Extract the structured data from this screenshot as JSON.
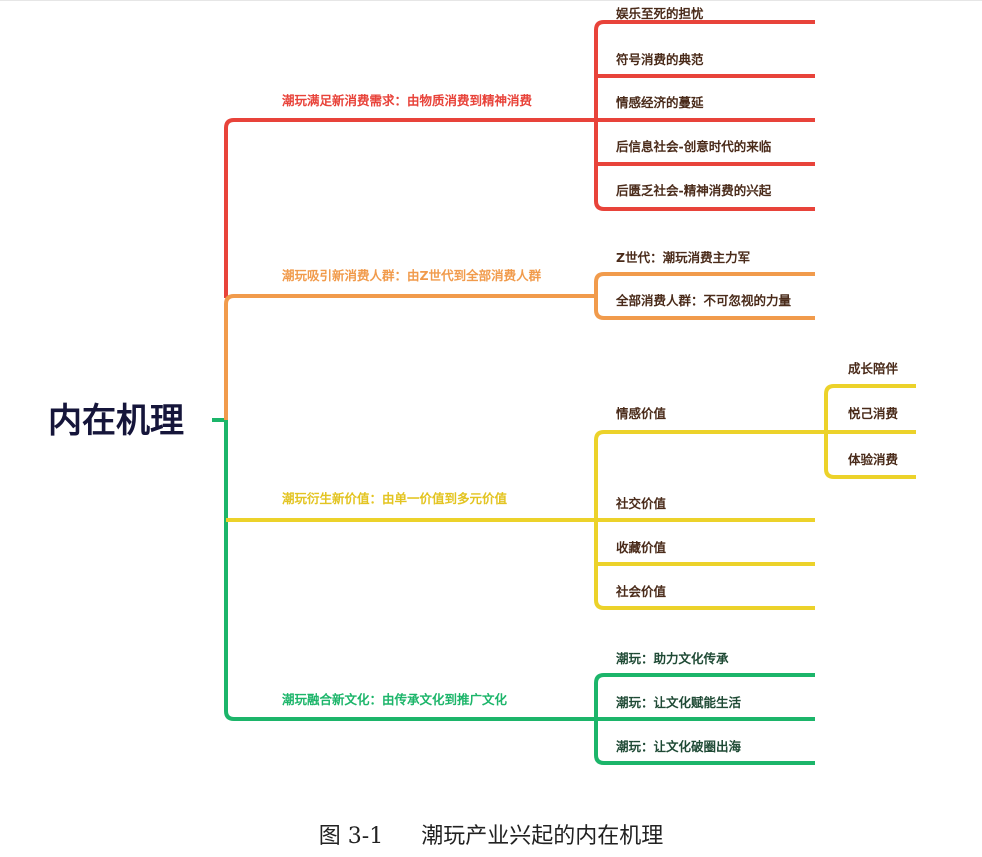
{
  "root": {
    "label": "内在机理"
  },
  "branches": [
    {
      "label": "潮玩满足新消费需求：由物质消费到精神消费",
      "color": "#e8433a",
      "text_color": "#e8433a",
      "leaves": [
        "娱乐至死的担忧",
        "符号消费的典范",
        "情感经济的蔓延",
        "后信息社会-创意时代的来临",
        "后匮乏社会-精神消费的兴起"
      ]
    },
    {
      "label": "潮玩吸引新消费人群：由Z世代到全部消费人群",
      "color": "#f19b4c",
      "text_color": "#f19b4c",
      "leaves": [
        "Z世代：潮玩消费主力军",
        "全部消费人群：不可忽视的力量"
      ]
    },
    {
      "label": "潮玩衍生新价值：由单一价值到多元价值",
      "color": "#ecd22a",
      "text_color": "#e3c421",
      "leaves": [
        "情感价值",
        "社交价值",
        "收藏价值",
        "社会价值"
      ],
      "sub": {
        "parent": "情感价值",
        "leaves": [
          "成长陪伴",
          "悦己消费",
          "体验消费"
        ]
      }
    },
    {
      "label": "潮玩融合新文化：由传承文化到推广文化",
      "color": "#1cb56a",
      "text_color": "#1cb56a",
      "leaves": [
        "潮玩：助力文化传承",
        "潮玩：让文化赋能生活",
        "潮玩：让文化破圈出海"
      ]
    }
  ],
  "caption": {
    "number": "图 3-1",
    "title": "潮玩产业兴起的内在机理"
  }
}
